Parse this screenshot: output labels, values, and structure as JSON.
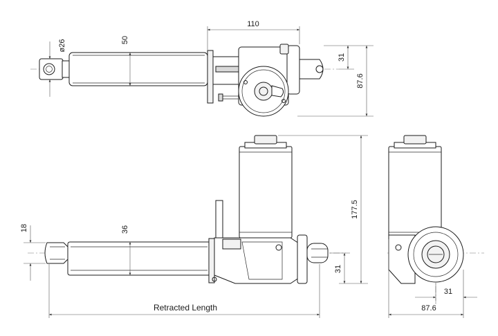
{
  "dimensions": {
    "top_length": "110",
    "top_diameter": "ø26",
    "top_tube": "50",
    "top_offset": "31",
    "top_height": "87.6",
    "bottom_height": "177.5",
    "bottom_rod": "18",
    "bottom_tube": "36",
    "bottom_offset": "31",
    "retracted_length": "Retracted Length",
    "side_offset": "31",
    "side_width": "87.6"
  }
}
